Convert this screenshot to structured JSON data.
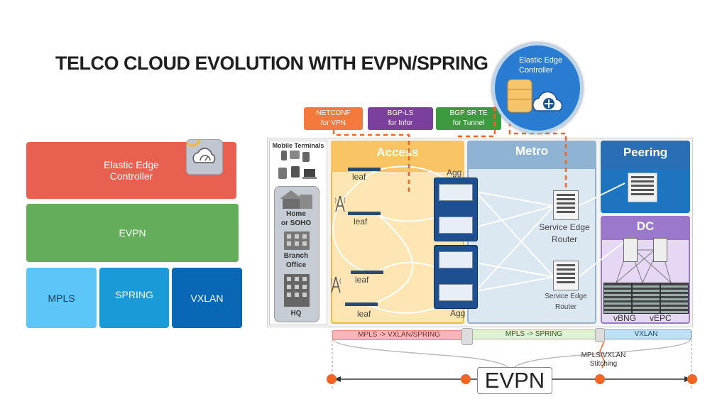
{
  "title": "TELCO CLOUD EVOLUTION WITH EVPN/SPRING",
  "left_stack": {
    "controller": "Elastic Edge\nController",
    "evpn": "EVPN",
    "mpls": "MPLS",
    "spring": "SPRING",
    "vxlan": "VXLAN"
  },
  "protocols": {
    "netconf": "NETCONF\nfor VPN",
    "bgp_ls": "BGP-LS\nfor Infor",
    "bgp_sr_te": "BGP SR TE\nfor Tunnel"
  },
  "controller_circle": "Elastic Edge\nController",
  "terminals": {
    "title": "Mobile Terminals",
    "home": "Home\nor SOHO",
    "branch": "Branch\nOffice",
    "hq": "HQ"
  },
  "zones": {
    "access": "Access",
    "metro": "Metro",
    "peering": "Peering",
    "dc": "DC"
  },
  "labels": {
    "leaf": "leaf",
    "agg": "Agg",
    "service_edge_router": "Service Edge\nRouter",
    "vbng": "vBNG",
    "vepc": "vEPC"
  },
  "bands": {
    "access": "MPLS -> VXLAN/SPRING",
    "metro": "MPLS -> SPRING",
    "dc": "VXLAN"
  },
  "stitching": "MPLS/VXLAN\nStitching",
  "evpn_footer": "EVPN",
  "colors": {
    "controller": "#e8604f",
    "evpn": "#63ad5b",
    "mpls": "#5bc6f7",
    "spring": "#1a9ad7",
    "vxlan": "#0a67b5",
    "access": "#fbd48c",
    "metro": "#c7dbea",
    "peering": "#1d75c0",
    "dc": "#9b78cc",
    "orange": "#f26522"
  }
}
